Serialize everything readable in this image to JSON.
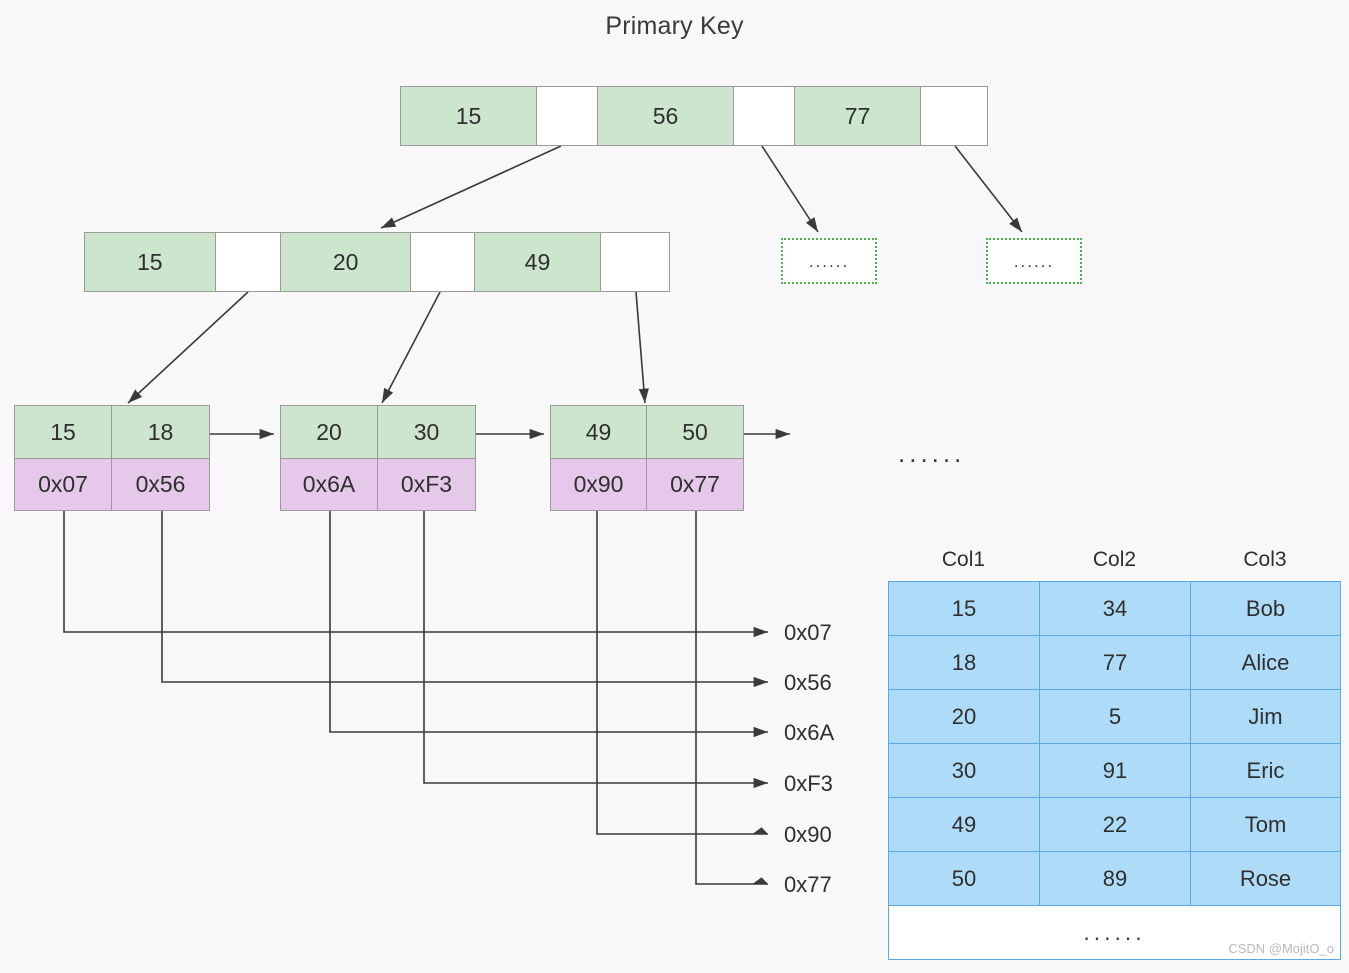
{
  "title": "Primary Key",
  "colors": {
    "key_cell": "#cde5cd",
    "addr_cell": "#e6c8ea",
    "table_cell": "#aedcf8",
    "table_border": "#5aa9e6",
    "dotted_border": "#4caf50",
    "background": "#f8f8f8"
  },
  "root_node": {
    "cells": [
      {
        "type": "key",
        "label": "15"
      },
      {
        "type": "ptr",
        "label": ""
      },
      {
        "type": "key",
        "label": "56"
      },
      {
        "type": "ptr",
        "label": ""
      },
      {
        "type": "key",
        "label": "77"
      },
      {
        "type": "ptr",
        "label": ""
      }
    ]
  },
  "internal_node": {
    "cells": [
      {
        "type": "key",
        "label": "15"
      },
      {
        "type": "ptr",
        "label": ""
      },
      {
        "type": "key",
        "label": "20"
      },
      {
        "type": "ptr",
        "label": ""
      },
      {
        "type": "key",
        "label": "49"
      },
      {
        "type": "ptr",
        "label": ""
      }
    ]
  },
  "placeholder_boxes": [
    {
      "label": "......"
    },
    {
      "label": "......"
    }
  ],
  "leaf_nodes": [
    {
      "keys": [
        "15",
        "18"
      ],
      "addresses": [
        "0x07",
        "0x56"
      ]
    },
    {
      "keys": [
        "20",
        "30"
      ],
      "addresses": [
        "0x6A",
        "0xF3"
      ]
    },
    {
      "keys": [
        "49",
        "50"
      ],
      "addresses": [
        "0x90",
        "0x77"
      ]
    }
  ],
  "chain_ellipsis": "......",
  "address_labels": [
    "0x07",
    "0x56",
    "0x6A",
    "0xF3",
    "0x90",
    "0x77"
  ],
  "data_table": {
    "headers": [
      "Col1",
      "Col2",
      "Col3"
    ],
    "rows": [
      [
        "15",
        "34",
        "Bob"
      ],
      [
        "18",
        "77",
        "Alice"
      ],
      [
        "20",
        "5",
        "Jim"
      ],
      [
        "30",
        "91",
        "Eric"
      ],
      [
        "49",
        "22",
        "Tom"
      ],
      [
        "50",
        "89",
        "Rose"
      ]
    ],
    "more_label": "......"
  },
  "watermark": "CSDN @MojitO_o"
}
